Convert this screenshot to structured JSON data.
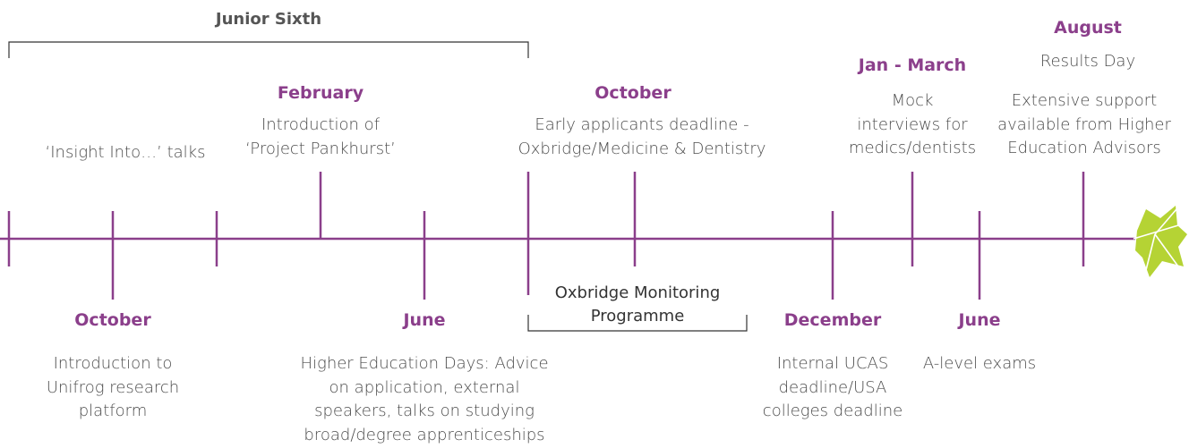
{
  "colors": {
    "timeline": "#8b3f8b",
    "month_text": "#8b3f8b",
    "bracket": "#333333",
    "leaf_fill": "#b5d334",
    "leaf_vein": "#ffffff"
  },
  "icons": {
    "leaf": "ivy-leaf-icon"
  },
  "junior_sixth": {
    "title": "Junior Sixth"
  },
  "oxbridge": {
    "note": "Oxbridge Monitoring\nProgramme"
  },
  "events_above": [
    {
      "month": "",
      "text": "‘Insight Into…’ talks"
    },
    {
      "month": "February",
      "text": "Introduction of\n‘Project Pankhurst’"
    },
    {
      "month": "October",
      "text": "Early applicants deadline -\nOxbridge/Medicine & Dentistry"
    },
    {
      "month": "Jan - March",
      "text": "Mock\ninterviews for\nmedics/dentists"
    },
    {
      "month": "August",
      "text": "Results Day"
    },
    {
      "month": "",
      "text": "Extensive support\navailable from Higher\nEducation Advisors"
    }
  ],
  "events_below": [
    {
      "month": "October",
      "text": "Introduction to\nUnifrog research\nplatform"
    },
    {
      "month": "June",
      "text": "Higher Education Days: Advice\non application, external\nspeakers, talks on studying\nbroad/degree apprenticeships"
    },
    {
      "month": "December",
      "text": "Internal UCAS\ndeadline/USA\ncolleges deadline"
    },
    {
      "month": "June",
      "text": "A-level exams"
    }
  ]
}
